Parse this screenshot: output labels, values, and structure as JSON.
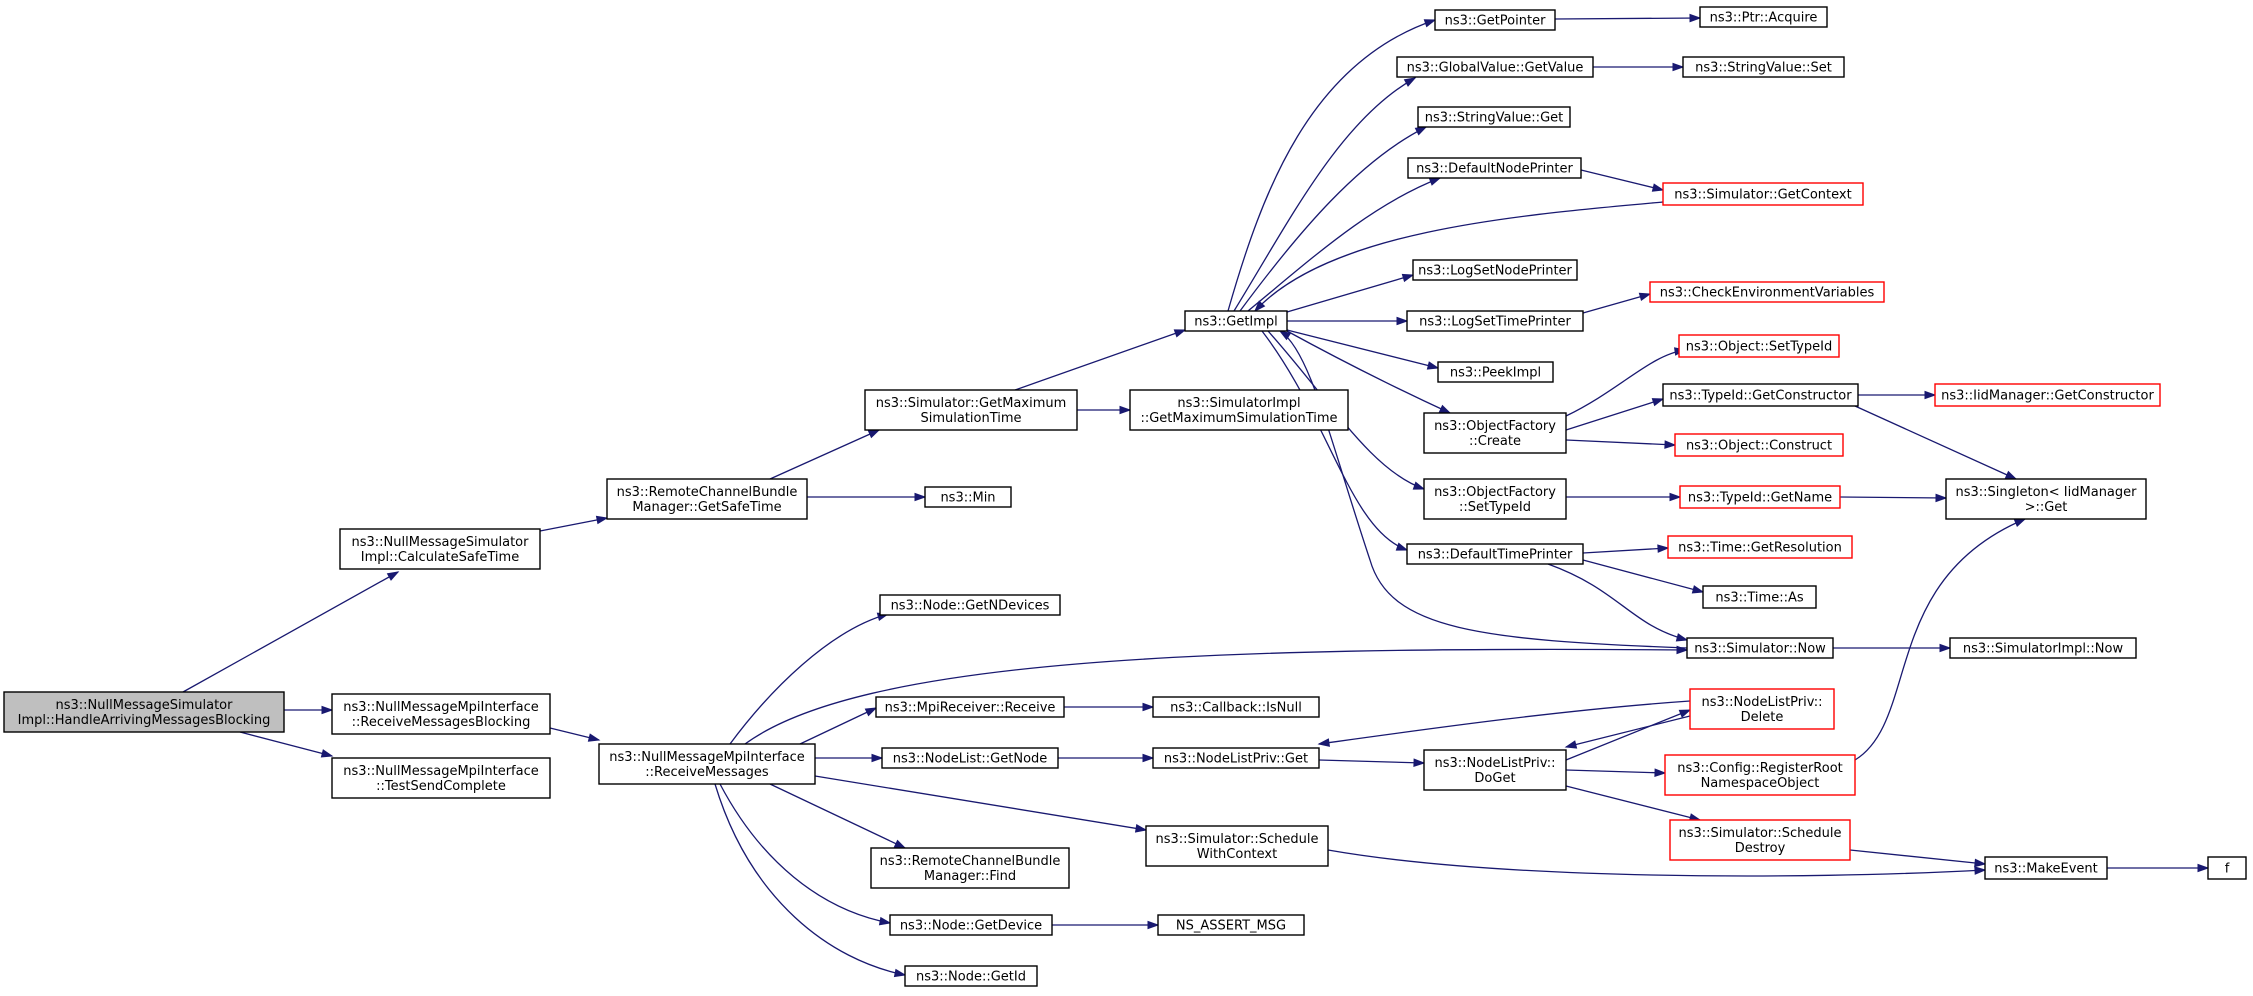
{
  "colors": {
    "edge": "#191970",
    "normal_border": "#000000",
    "external_border": "#ff0000",
    "root_fill": "#bfbfbf",
    "fill": "#ffffff"
  },
  "nodes": [
    {
      "id": "root",
      "lines": [
        "ns3::NullMessageSimulator",
        "Impl::HandleArrivingMessagesBlocking"
      ],
      "kind": "root"
    },
    {
      "id": "calcSafe",
      "lines": [
        "ns3::NullMessageSimulator",
        "Impl::CalculateSafeTime"
      ],
      "kind": "normal"
    },
    {
      "id": "rcbSafe",
      "lines": [
        "ns3::RemoteChannelBundle",
        "Manager::GetSafeTime"
      ],
      "kind": "normal"
    },
    {
      "id": "simGetMax",
      "lines": [
        "ns3::Simulator::GetMaximum",
        "SimulationTime"
      ],
      "kind": "normal"
    },
    {
      "id": "min",
      "lines": [
        "ns3::Min"
      ],
      "kind": "normal"
    },
    {
      "id": "getImpl",
      "lines": [
        "ns3::GetImpl"
      ],
      "kind": "normal"
    },
    {
      "id": "simImplGetMax",
      "lines": [
        "ns3::SimulatorImpl",
        "::GetMaximumSimulationTime"
      ],
      "kind": "normal"
    },
    {
      "id": "getPointer",
      "lines": [
        "ns3::GetPointer"
      ],
      "kind": "normal"
    },
    {
      "id": "ptrAcquire",
      "lines": [
        "ns3::Ptr::Acquire"
      ],
      "kind": "normal"
    },
    {
      "id": "gvGetValue",
      "lines": [
        "ns3::GlobalValue::GetValue"
      ],
      "kind": "normal"
    },
    {
      "id": "svSet",
      "lines": [
        "ns3::StringValue::Set"
      ],
      "kind": "normal"
    },
    {
      "id": "svGet",
      "lines": [
        "ns3::StringValue::Get"
      ],
      "kind": "normal"
    },
    {
      "id": "defNodePrinter",
      "lines": [
        "ns3::DefaultNodePrinter"
      ],
      "kind": "normal"
    },
    {
      "id": "simGetContext",
      "lines": [
        "ns3::Simulator::GetContext"
      ],
      "kind": "external"
    },
    {
      "id": "logSetNode",
      "lines": [
        "ns3::LogSetNodePrinter"
      ],
      "kind": "normal"
    },
    {
      "id": "logSetTime",
      "lines": [
        "ns3::LogSetTimePrinter"
      ],
      "kind": "normal"
    },
    {
      "id": "checkEnv",
      "lines": [
        "ns3::CheckEnvironmentVariables"
      ],
      "kind": "external"
    },
    {
      "id": "peekImpl",
      "lines": [
        "ns3::PeekImpl"
      ],
      "kind": "normal"
    },
    {
      "id": "objSetTypeId",
      "lines": [
        "ns3::Object::SetTypeId"
      ],
      "kind": "external"
    },
    {
      "id": "ofCreate",
      "lines": [
        "ns3::ObjectFactory",
        "::Create"
      ],
      "kind": "normal"
    },
    {
      "id": "tidGetCtor",
      "lines": [
        "ns3::TypeId::GetConstructor"
      ],
      "kind": "normal"
    },
    {
      "id": "iidGetCtor",
      "lines": [
        "ns3::IidManager::GetConstructor"
      ],
      "kind": "external"
    },
    {
      "id": "objConstruct",
      "lines": [
        "ns3::Object::Construct"
      ],
      "kind": "external"
    },
    {
      "id": "ofSetTypeId",
      "lines": [
        "ns3::ObjectFactory",
        "::SetTypeId"
      ],
      "kind": "normal"
    },
    {
      "id": "tidGetName",
      "lines": [
        "ns3::TypeId::GetName"
      ],
      "kind": "external"
    },
    {
      "id": "singletonGet",
      "lines": [
        "ns3::Singleton< IidManager",
        ">::Get"
      ],
      "kind": "normal"
    },
    {
      "id": "defTimePrinter",
      "lines": [
        "ns3::DefaultTimePrinter"
      ],
      "kind": "normal"
    },
    {
      "id": "timeGetRes",
      "lines": [
        "ns3::Time::GetResolution"
      ],
      "kind": "external"
    },
    {
      "id": "timeAs",
      "lines": [
        "ns3::Time::As"
      ],
      "kind": "normal"
    },
    {
      "id": "simNow",
      "lines": [
        "ns3::Simulator::Now"
      ],
      "kind": "normal"
    },
    {
      "id": "simImplNow",
      "lines": [
        "ns3::SimulatorImpl::Now"
      ],
      "kind": "normal"
    },
    {
      "id": "mpiRecvBlocking",
      "lines": [
        "ns3::NullMessageMpiInterface",
        "::ReceiveMessagesBlocking"
      ],
      "kind": "normal"
    },
    {
      "id": "mpiTestSend",
      "lines": [
        "ns3::NullMessageMpiInterface",
        "::TestSendComplete"
      ],
      "kind": "normal"
    },
    {
      "id": "mpiRecvMsgs",
      "lines": [
        "ns3::NullMessageMpiInterface",
        "::ReceiveMessages"
      ],
      "kind": "normal"
    },
    {
      "id": "nodeGetNDev",
      "lines": [
        "ns3::Node::GetNDevices"
      ],
      "kind": "normal"
    },
    {
      "id": "mpiReceiverRecv",
      "lines": [
        "ns3::MpiReceiver::Receive"
      ],
      "kind": "normal"
    },
    {
      "id": "cbIsNull",
      "lines": [
        "ns3::Callback::IsNull"
      ],
      "kind": "normal"
    },
    {
      "id": "nodeListGetNode",
      "lines": [
        "ns3::NodeList::GetNode"
      ],
      "kind": "normal"
    },
    {
      "id": "nlpGet",
      "lines": [
        "ns3::NodeListPriv::Get"
      ],
      "kind": "normal"
    },
    {
      "id": "nlpDoGet",
      "lines": [
        "ns3::NodeListPriv::",
        "DoGet"
      ],
      "kind": "normal"
    },
    {
      "id": "nlpDelete",
      "lines": [
        "ns3::NodeListPriv::",
        "Delete"
      ],
      "kind": "external"
    },
    {
      "id": "cfgRegRoot",
      "lines": [
        "ns3::Config::RegisterRoot",
        "NamespaceObject"
      ],
      "kind": "external"
    },
    {
      "id": "simSchedDestroy",
      "lines": [
        "ns3::Simulator::Schedule",
        "Destroy"
      ],
      "kind": "external"
    },
    {
      "id": "simSchedCtx",
      "lines": [
        "ns3::Simulator::Schedule",
        "WithContext"
      ],
      "kind": "normal"
    },
    {
      "id": "makeEvent",
      "lines": [
        "ns3::MakeEvent"
      ],
      "kind": "normal"
    },
    {
      "id": "f",
      "lines": [
        "f"
      ],
      "kind": "normal"
    },
    {
      "id": "rcbFind",
      "lines": [
        "ns3::RemoteChannelBundle",
        "Manager::Find"
      ],
      "kind": "normal"
    },
    {
      "id": "nodeGetDevice",
      "lines": [
        "ns3::Node::GetDevice"
      ],
      "kind": "normal"
    },
    {
      "id": "nsAssertMsg",
      "lines": [
        "NS_ASSERT_MSG"
      ],
      "kind": "normal"
    },
    {
      "id": "nodeGetId",
      "lines": [
        "ns3::Node::GetId"
      ],
      "kind": "normal"
    }
  ],
  "edges": [
    {
      "from": "root",
      "to": "calcSafe"
    },
    {
      "from": "root",
      "to": "mpiRecvBlocking"
    },
    {
      "from": "root",
      "to": "mpiTestSend"
    },
    {
      "from": "calcSafe",
      "to": "rcbSafe"
    },
    {
      "from": "rcbSafe",
      "to": "simGetMax"
    },
    {
      "from": "rcbSafe",
      "to": "min"
    },
    {
      "from": "simGetMax",
      "to": "getImpl"
    },
    {
      "from": "simGetMax",
      "to": "simImplGetMax"
    },
    {
      "from": "getImpl",
      "to": "getPointer"
    },
    {
      "from": "getImpl",
      "to": "gvGetValue"
    },
    {
      "from": "getImpl",
      "to": "svGet"
    },
    {
      "from": "getImpl",
      "to": "defNodePrinter"
    },
    {
      "from": "getImpl",
      "to": "logSetNode"
    },
    {
      "from": "getImpl",
      "to": "logSetTime"
    },
    {
      "from": "getImpl",
      "to": "peekImpl"
    },
    {
      "from": "getImpl",
      "to": "ofCreate"
    },
    {
      "from": "getImpl",
      "to": "ofSetTypeId"
    },
    {
      "from": "getImpl",
      "to": "defTimePrinter"
    },
    {
      "from": "getImpl",
      "to": "simNow"
    },
    {
      "from": "getPointer",
      "to": "ptrAcquire"
    },
    {
      "from": "gvGetValue",
      "to": "svSet"
    },
    {
      "from": "defNodePrinter",
      "to": "simGetContext"
    },
    {
      "from": "simGetContext",
      "to": "getImpl"
    },
    {
      "from": "logSetTime",
      "to": "checkEnv"
    },
    {
      "from": "ofCreate",
      "to": "objSetTypeId"
    },
    {
      "from": "ofCreate",
      "to": "tidGetCtor"
    },
    {
      "from": "ofCreate",
      "to": "objConstruct"
    },
    {
      "from": "tidGetCtor",
      "to": "iidGetCtor"
    },
    {
      "from": "tidGetCtor",
      "to": "singletonGet"
    },
    {
      "from": "ofSetTypeId",
      "to": "tidGetName"
    },
    {
      "from": "tidGetName",
      "to": "singletonGet"
    },
    {
      "from": "defTimePrinter",
      "to": "timeGetRes"
    },
    {
      "from": "defTimePrinter",
      "to": "timeAs"
    },
    {
      "from": "defTimePrinter",
      "to": "simNow"
    },
    {
      "from": "simNow",
      "to": "getImpl"
    },
    {
      "from": "simNow",
      "to": "simImplNow"
    },
    {
      "from": "mpiRecvBlocking",
      "to": "mpiRecvMsgs"
    },
    {
      "from": "mpiRecvMsgs",
      "to": "nodeGetNDev"
    },
    {
      "from": "mpiRecvMsgs",
      "to": "simNow"
    },
    {
      "from": "mpiRecvMsgs",
      "to": "mpiReceiverRecv"
    },
    {
      "from": "mpiRecvMsgs",
      "to": "nodeListGetNode"
    },
    {
      "from": "mpiRecvMsgs",
      "to": "simSchedCtx"
    },
    {
      "from": "mpiRecvMsgs",
      "to": "rcbFind"
    },
    {
      "from": "mpiRecvMsgs",
      "to": "nodeGetDevice"
    },
    {
      "from": "mpiRecvMsgs",
      "to": "nodeGetId"
    },
    {
      "from": "mpiReceiverRecv",
      "to": "cbIsNull"
    },
    {
      "from": "nodeListGetNode",
      "to": "nlpGet"
    },
    {
      "from": "nlpGet",
      "to": "nlpDoGet"
    },
    {
      "from": "nlpDoGet",
      "to": "nlpDelete"
    },
    {
      "from": "nlpDoGet",
      "to": "cfgRegRoot"
    },
    {
      "from": "nlpDoGet",
      "to": "simSchedDestroy"
    },
    {
      "from": "nlpDelete",
      "to": "nlpGet"
    },
    {
      "from": "nlpDelete",
      "to": "nlpDoGet"
    },
    {
      "from": "cfgRegRoot",
      "to": "singletonGet"
    },
    {
      "from": "simSchedDestroy",
      "to": "makeEvent"
    },
    {
      "from": "simSchedCtx",
      "to": "makeEvent"
    },
    {
      "from": "makeEvent",
      "to": "f"
    },
    {
      "from": "nodeGetDevice",
      "to": "nsAssertMsg"
    }
  ]
}
